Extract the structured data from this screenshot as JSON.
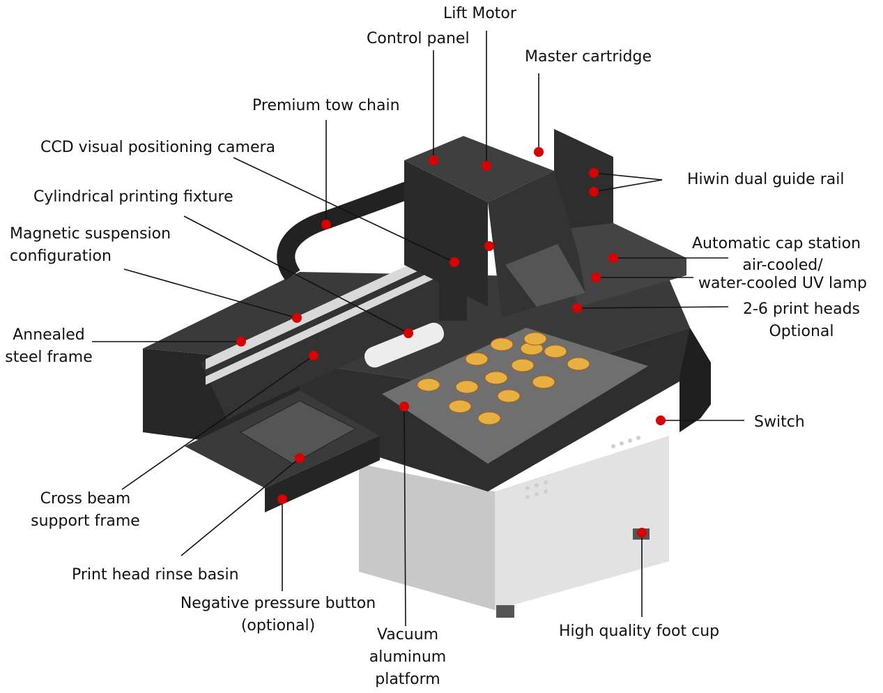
{
  "labels": {
    "lift_motor": "Lift Motor",
    "control_panel": "Control panel",
    "master_cartridge": "Master cartridge",
    "premium_tow_chain": "Premium tow chain",
    "ccd_camera": "CCD visual positioning camera",
    "hiwin_rail": "Hiwin dual guide rail",
    "cylindrical_fixture": "Cylindrical printing fixture",
    "magnetic_suspension": [
      "Magnetic suspension",
      "configuration"
    ],
    "auto_cap_station": "Automatic cap station",
    "uv_lamp": [
      "air-cooled/",
      "water-cooled UV lamp"
    ],
    "print_heads": [
      "2-6 print heads",
      "Optional"
    ],
    "annealed_frame": [
      "Annealed",
      "steel frame"
    ],
    "switch": "Switch",
    "cross_beam": [
      "Cross beam",
      "support frame"
    ],
    "rinse_basin": "Print head rinse basin",
    "negative_pressure": [
      "Negative pressure button",
      "(optional)"
    ],
    "vacuum_platform": [
      "Vacuum",
      "aluminum",
      "platform"
    ],
    "foot_cup": "High quality foot cup"
  },
  "colors": {
    "marker": "#d80000",
    "machine_body": "#2b2b2b",
    "machine_top": "#3d3d3d",
    "platform": "#6f6f6f",
    "cabinet": "#d9d9d9",
    "leader": "#111111"
  },
  "icons": [
    "marker-dot"
  ]
}
